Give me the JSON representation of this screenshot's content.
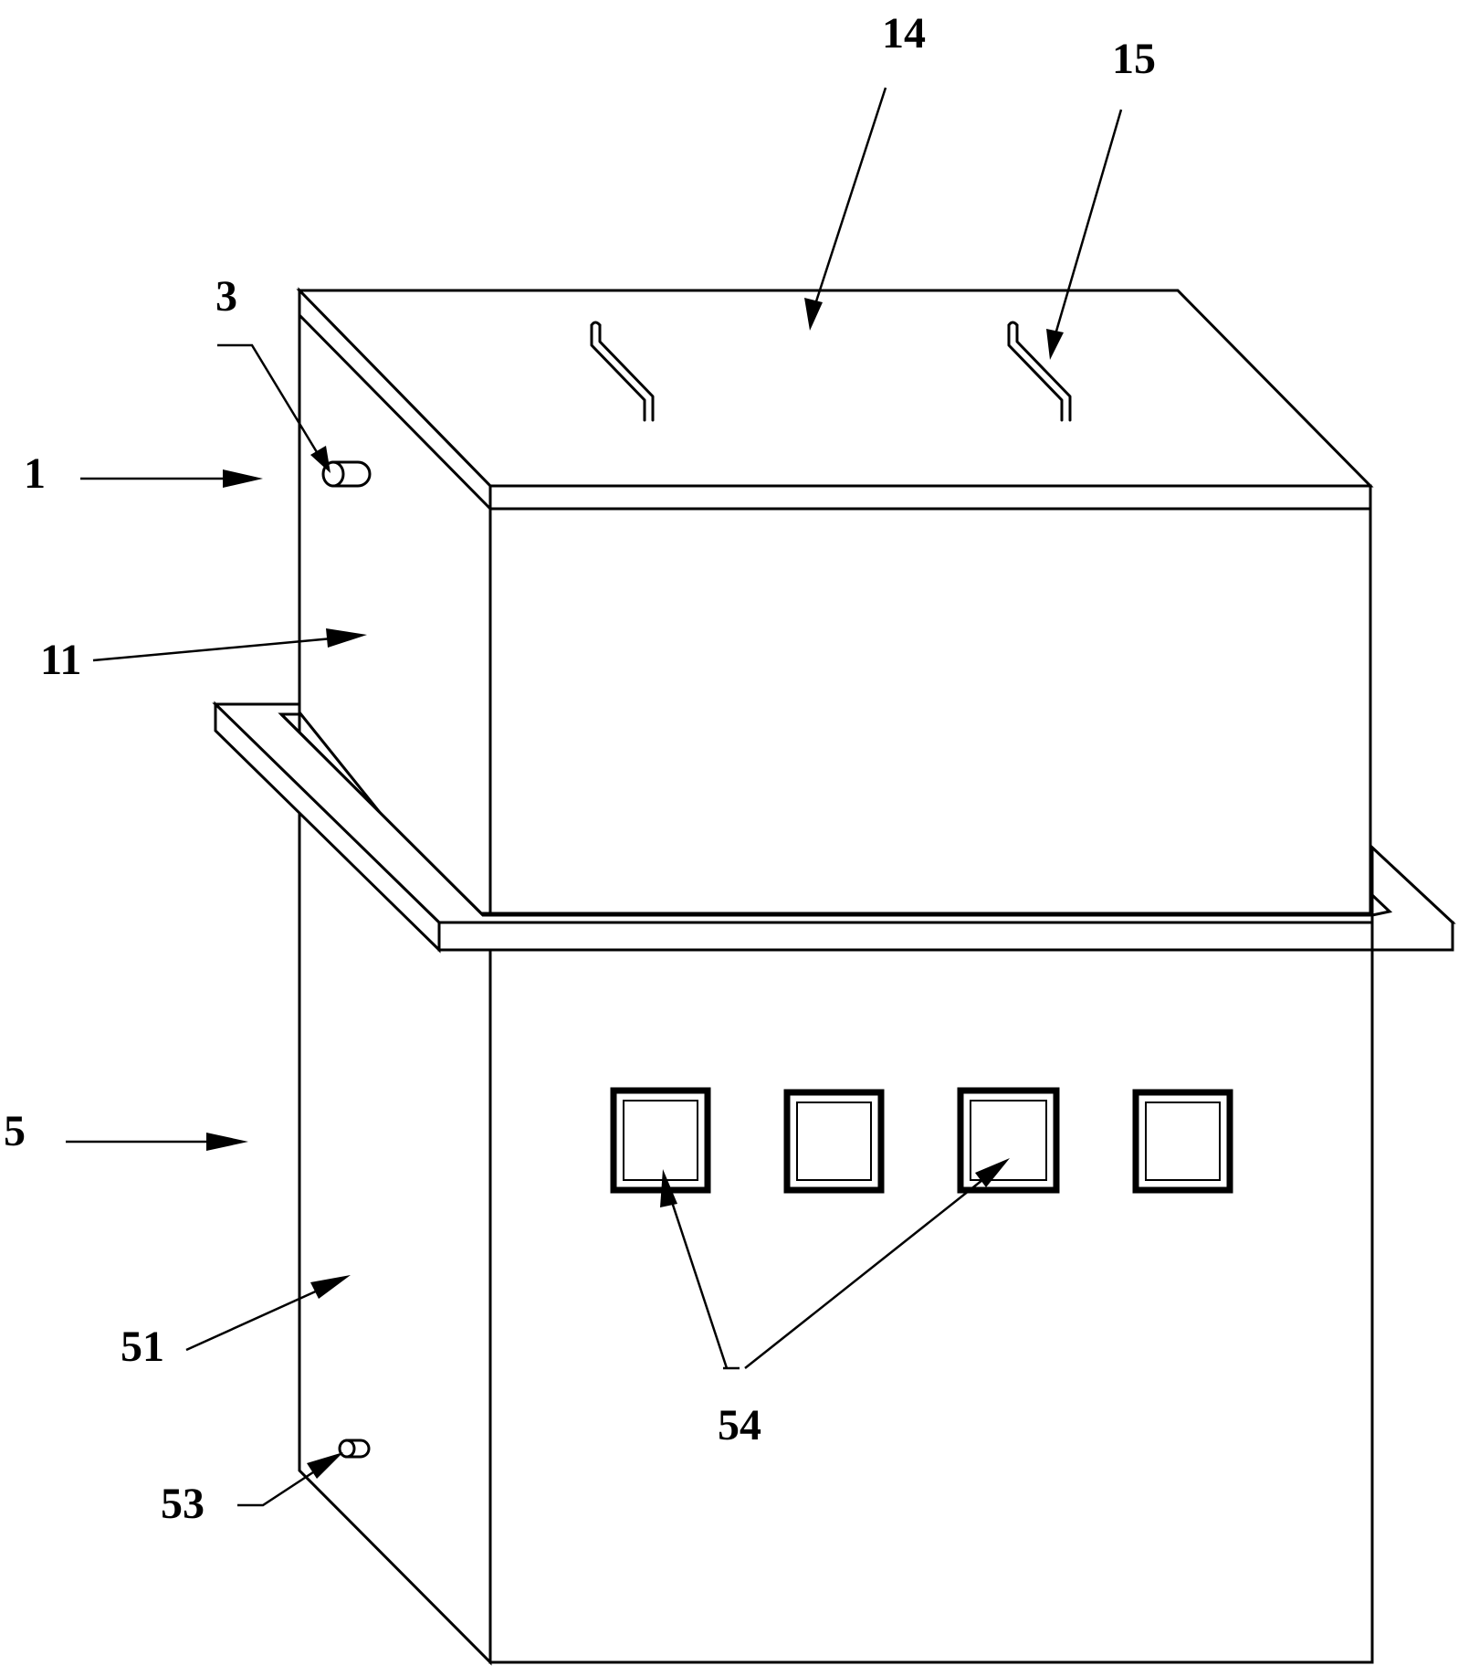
{
  "labels": {
    "part_1": "1",
    "part_3": "3",
    "part_5": "5",
    "part_11": "11",
    "part_14": "14",
    "part_15": "15",
    "part_51": "51",
    "part_53": "53",
    "part_54": "54"
  },
  "colors": {
    "line": "#000000",
    "background": "#ffffff"
  }
}
